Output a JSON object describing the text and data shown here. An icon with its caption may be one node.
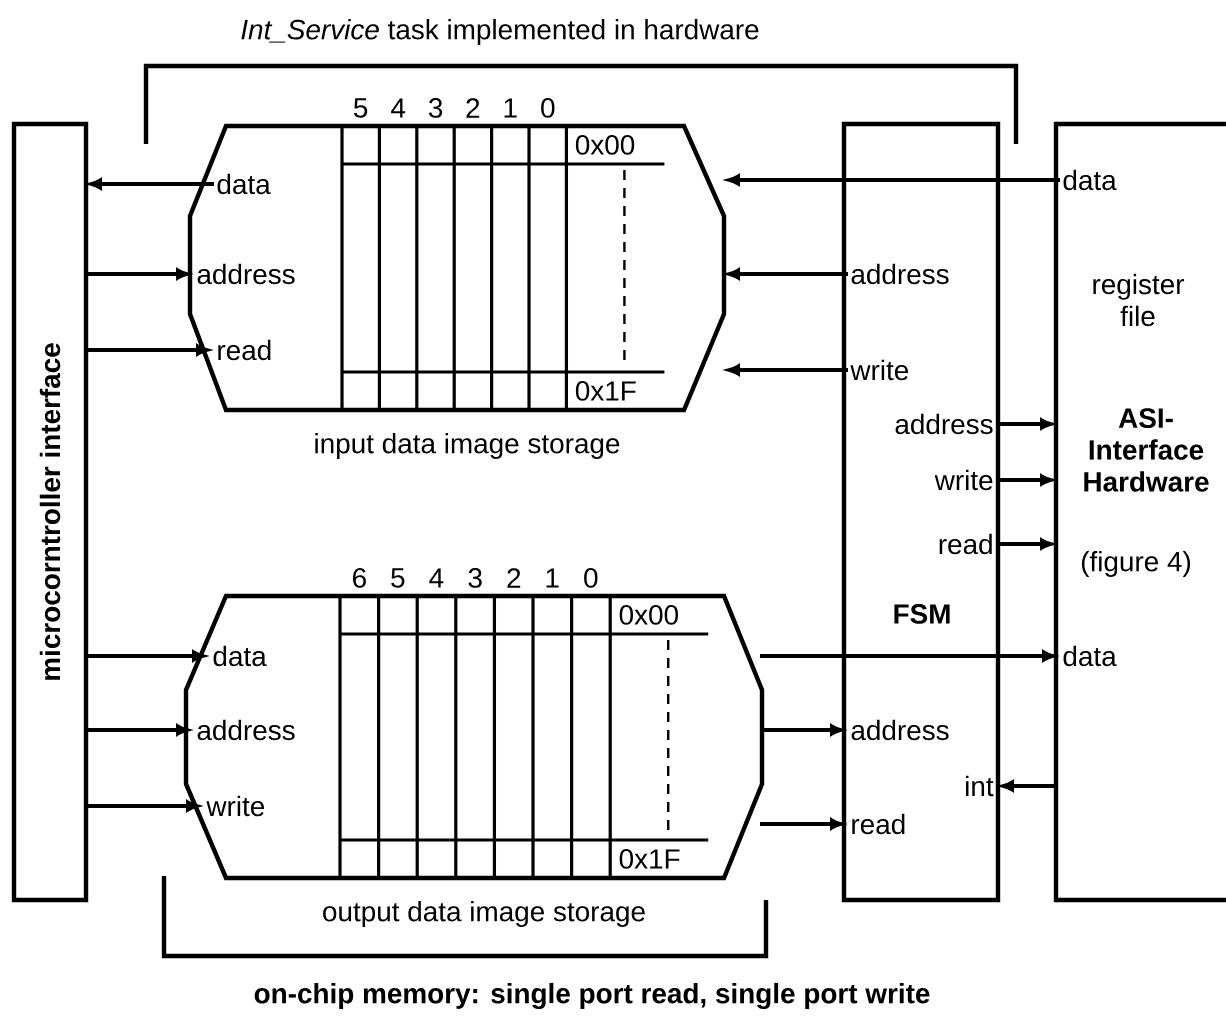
{
  "diagram": {
    "title": "*Int_Service* task implemented in hardware",
    "caption": "on-chip memory: single port read, single port write",
    "nodes": [
      {
        "text": [
          "microcorntroller interface"
        ]
      },
      {
        "text": [
          "5",
          "4",
          "3",
          "2",
          "1",
          "0",
          "0x00",
          "0x1F"
        ],
        "beside": [
          "input data image storage"
        ]
      },
      {
        "text": [
          "data"
        ],
        "in": 1
      },
      {
        "text": [
          "address"
        ],
        "in": 1
      },
      {
        "text": [
          "read"
        ],
        "in": 1
      },
      {
        "text": [
          "6",
          "5",
          "4",
          "3",
          "2",
          "1",
          "0",
          "0x00",
          "0x1F"
        ],
        "beside": [
          "output data image storage"
        ]
      },
      {
        "text": [
          "data"
        ],
        "in": 5
      },
      {
        "text": [
          "address"
        ],
        "in": 5
      },
      {
        "text": [
          "write"
        ],
        "in": 5
      },
      {
        "text": [
          "FSM"
        ]
      },
      {
        "text": [
          "address"
        ],
        "in": 9
      },
      {
        "text": [
          "write"
        ],
        "in": 9
      },
      {
        "text": [
          "address"
        ],
        "in": 9
      },
      {
        "text": [
          "write"
        ],
        "in": 9
      },
      {
        "text": [
          "read"
        ],
        "in": 9
      },
      {
        "text": [
          "address"
        ],
        "in": 9
      },
      {
        "text": [
          "int"
        ],
        "in": 9
      },
      {
        "text": [
          "read"
        ],
        "in": 9
      },
      {
        "text": [
          "register file",
          "ASI-Interface Hardware",
          "(figure 4)"
        ]
      },
      {
        "text": [
          "data"
        ],
        "in": 18
      },
      {
        "text": [
          "data"
        ],
        "in": 18
      }
    ],
    "edges": [
      {
        "from": 2,
        "to": 0,
        "arrow": "to"
      },
      {
        "from": 0,
        "to": 3,
        "arrow": "to"
      },
      {
        "from": 0,
        "to": 4,
        "arrow": "to"
      },
      {
        "from": 19,
        "to": 1,
        "arrow": "to"
      },
      {
        "from": 10,
        "to": 1,
        "arrow": "to"
      },
      {
        "from": 11,
        "to": 1,
        "arrow": "to"
      },
      {
        "from": 12,
        "to": 18,
        "arrow": "to"
      },
      {
        "from": 13,
        "to": 18,
        "arrow": "to"
      },
      {
        "from": 14,
        "to": 18,
        "arrow": "to"
      },
      {
        "from": 0,
        "to": 6,
        "arrow": "to"
      },
      {
        "from": 0,
        "to": 7,
        "arrow": "to"
      },
      {
        "from": 0,
        "to": 8,
        "arrow": "to"
      },
      {
        "from": 5,
        "to": 20,
        "arrow": "to"
      },
      {
        "from": 5,
        "to": 15,
        "arrow": "to"
      },
      {
        "from": 5,
        "to": 17,
        "arrow": "to"
      },
      {
        "from": 18,
        "to": 16,
        "arrow": "to"
      }
    ]
  }
}
